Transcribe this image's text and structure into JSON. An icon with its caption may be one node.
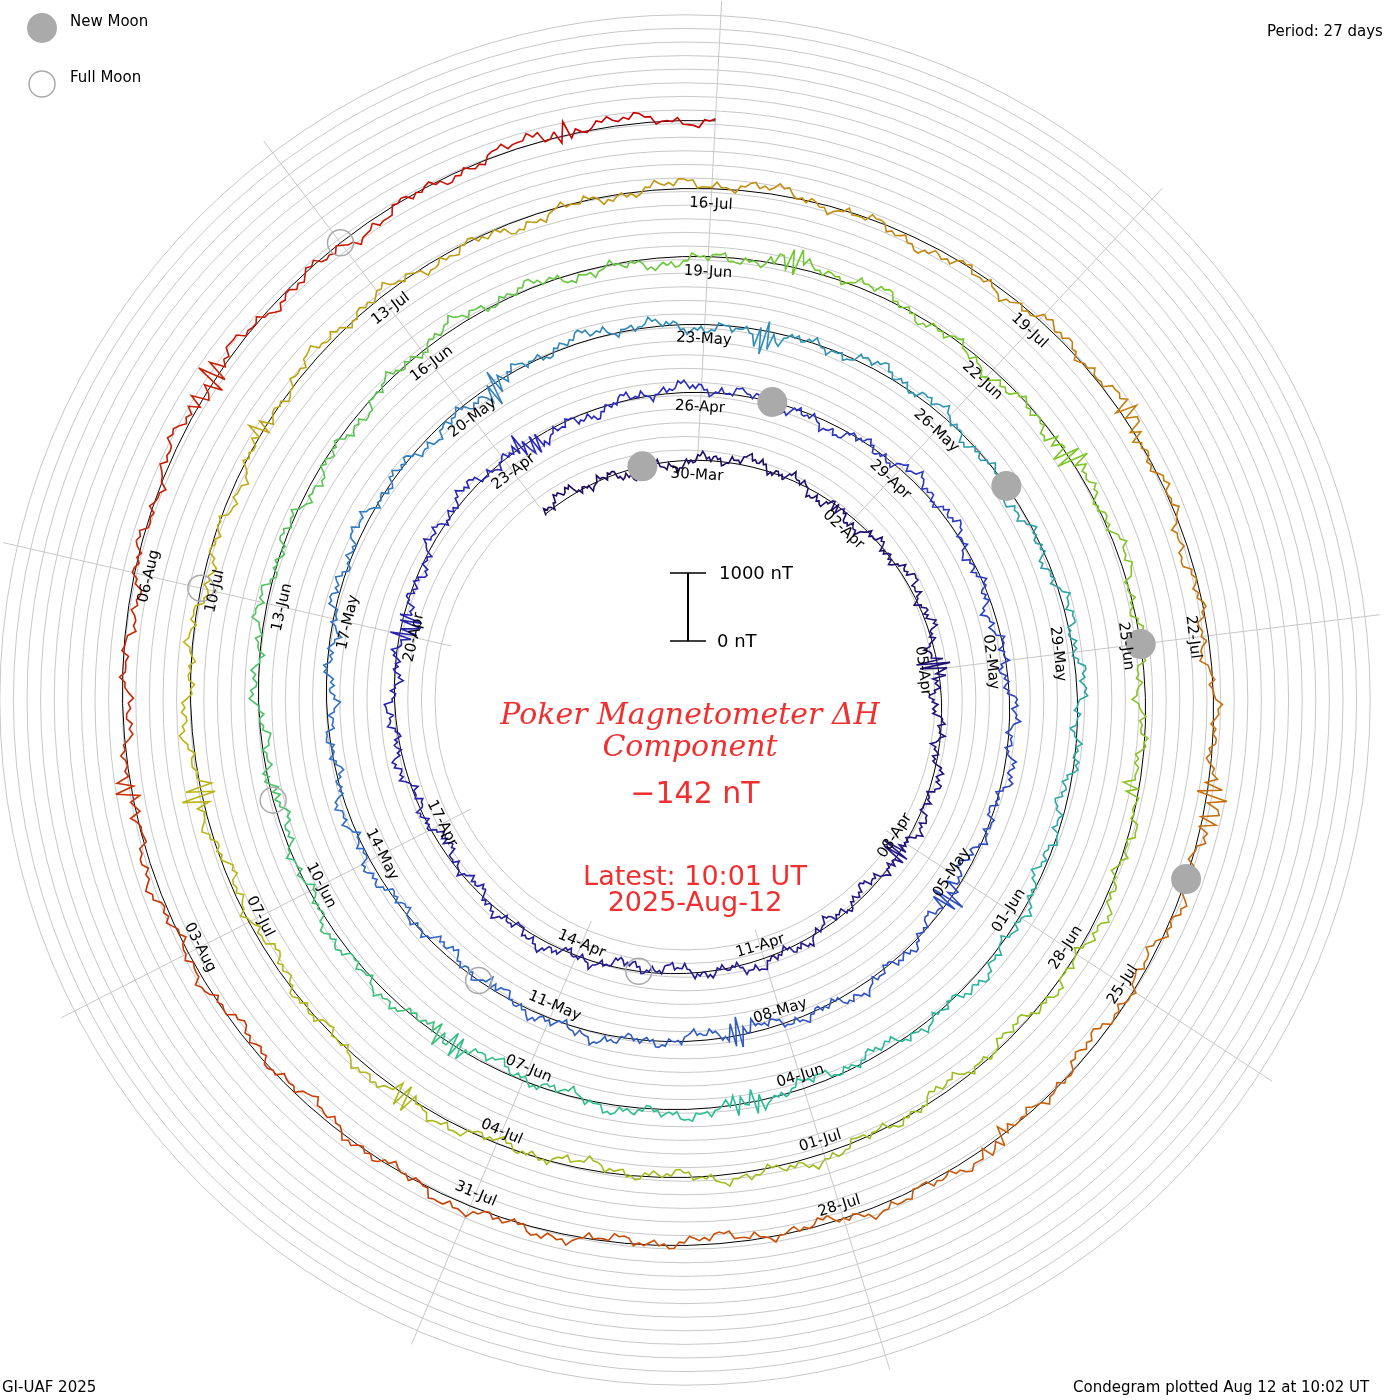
{
  "diagram": {
    "title": "Poker Magnetometer ΔH Component",
    "labels": [
      "Period: 27 days",
      "1000 nT",
      "0 nT",
      "−142 nT",
      "Latest: 10:01 UT",
      "2025-Aug-12",
      "30-Mar",
      "02-Apr",
      "05-Apr",
      "08-Apr",
      "11-Apr",
      "14-Apr",
      "17-Apr",
      "20-Apr",
      "23-Apr",
      "26-Apr",
      "29-Apr",
      "02-May",
      "05-May",
      "08-May",
      "11-May",
      "14-May",
      "17-May",
      "20-May",
      "23-May",
      "26-May",
      "29-May",
      "01-Jun",
      "04-Jun",
      "07-Jun",
      "10-Jun",
      "13-Jun",
      "16-Jun",
      "19-Jun",
      "22-Jun",
      "25-Jun",
      "28-Jun",
      "01-Jul",
      "04-Jul",
      "07-Jul",
      "10-Jul",
      "13-Jul",
      "16-Jul",
      "19-Jul",
      "22-Jul",
      "25-Jul",
      "28-Jul",
      "31-Jul",
      "03-Aug",
      "06-Aug",
      "GI-UAF 2025",
      "Condegram plotted Aug 12 at 10:02 UT"
    ],
    "legend": [
      {
        "text": "New Moon"
      },
      {
        "text": "Full Moon"
      }
    ]
  }
}
